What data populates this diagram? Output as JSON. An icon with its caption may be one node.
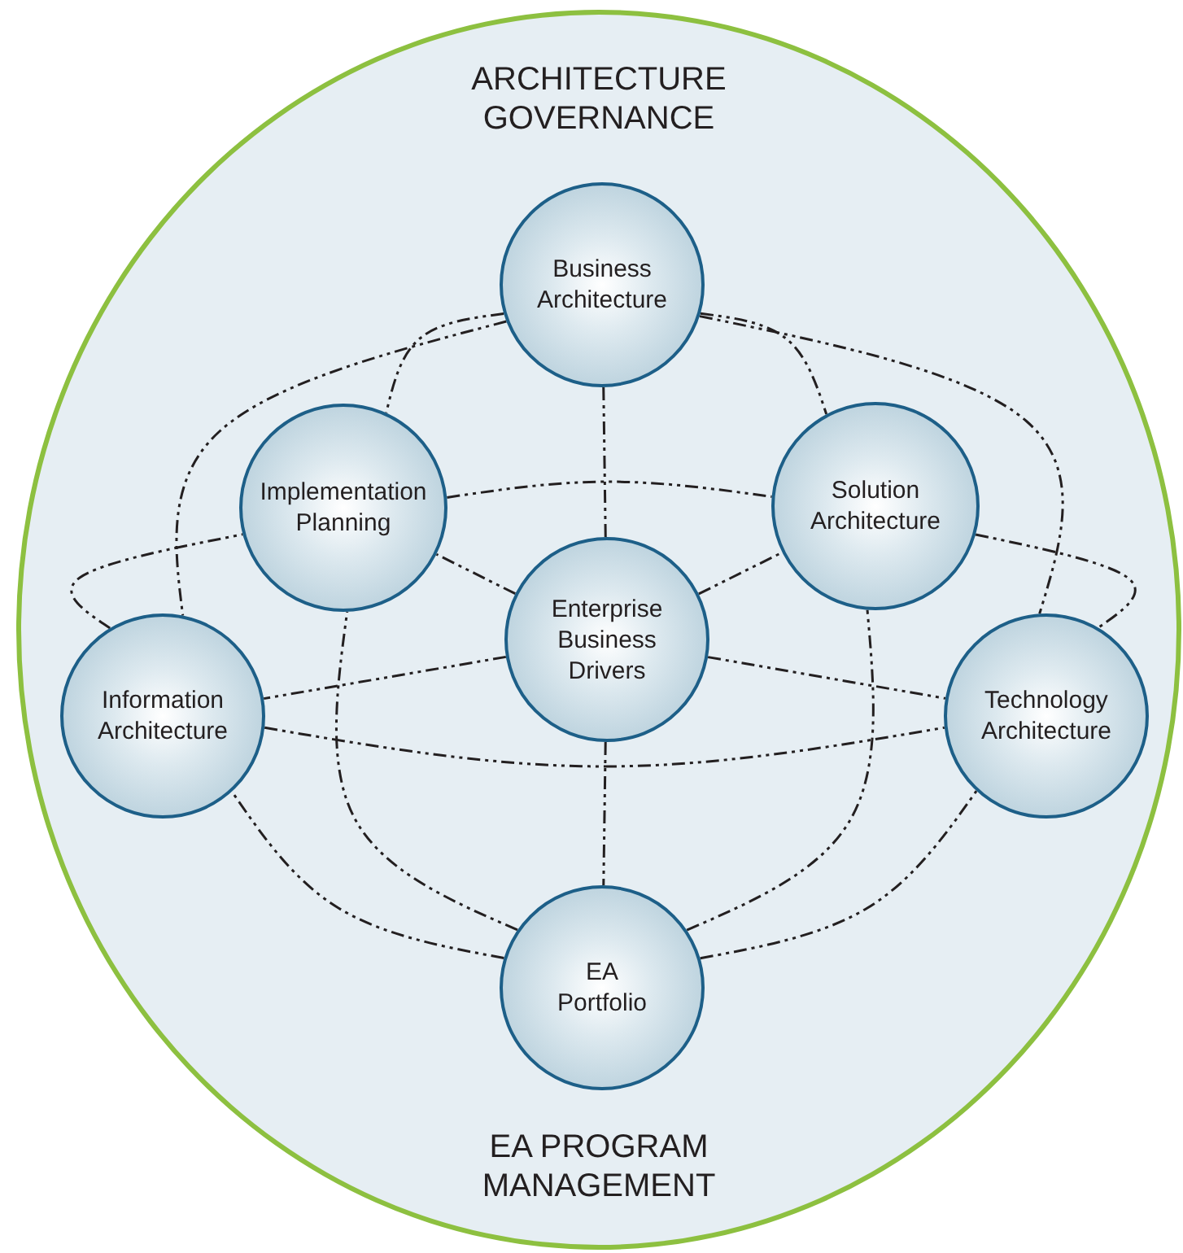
{
  "diagram": {
    "nodes": [
      {
        "text": [
          "ARCHITECTURE GOVERNANCE",
          "EA PROGRAM MANAGEMENT"
        ]
      },
      {
        "text": [
          "Business Architecture"
        ],
        "in": 0
      },
      {
        "text": [
          "Implementation Planning"
        ],
        "in": 0
      },
      {
        "text": [
          "Solution Architecture"
        ],
        "in": 0
      },
      {
        "text": [
          "Enterprise Business Drivers"
        ],
        "in": 0
      },
      {
        "text": [
          "Information Architecture"
        ],
        "in": 0
      },
      {
        "text": [
          "Technology Architecture"
        ],
        "in": 0
      },
      {
        "text": [
          "EA Portfolio"
        ],
        "in": 0
      }
    ],
    "edges": [
      {
        "from": 4,
        "to": 1,
        "arrow": "none"
      },
      {
        "from": 4,
        "to": 2,
        "arrow": "none"
      },
      {
        "from": 4,
        "to": 3,
        "arrow": "none"
      },
      {
        "from": 4,
        "to": 5,
        "arrow": "none"
      },
      {
        "from": 4,
        "to": 6,
        "arrow": "none"
      },
      {
        "from": 4,
        "to": 7,
        "arrow": "none"
      },
      {
        "from": 1,
        "to": 2,
        "arrow": "none"
      },
      {
        "from": 1,
        "to": 3,
        "arrow": "none"
      },
      {
        "from": 1,
        "to": 5,
        "arrow": "none"
      },
      {
        "from": 1,
        "to": 6,
        "arrow": "none"
      },
      {
        "from": 7,
        "to": 2,
        "arrow": "none"
      },
      {
        "from": 7,
        "to": 3,
        "arrow": "none"
      },
      {
        "from": 7,
        "to": 5,
        "arrow": "none"
      },
      {
        "from": 7,
        "to": 6,
        "arrow": "none"
      },
      {
        "from": 2,
        "to": 3,
        "arrow": "none"
      },
      {
        "from": 5,
        "to": 2,
        "arrow": "none"
      },
      {
        "from": 3,
        "to": 6,
        "arrow": "none"
      },
      {
        "from": 5,
        "to": 6,
        "arrow": "none"
      }
    ]
  }
}
